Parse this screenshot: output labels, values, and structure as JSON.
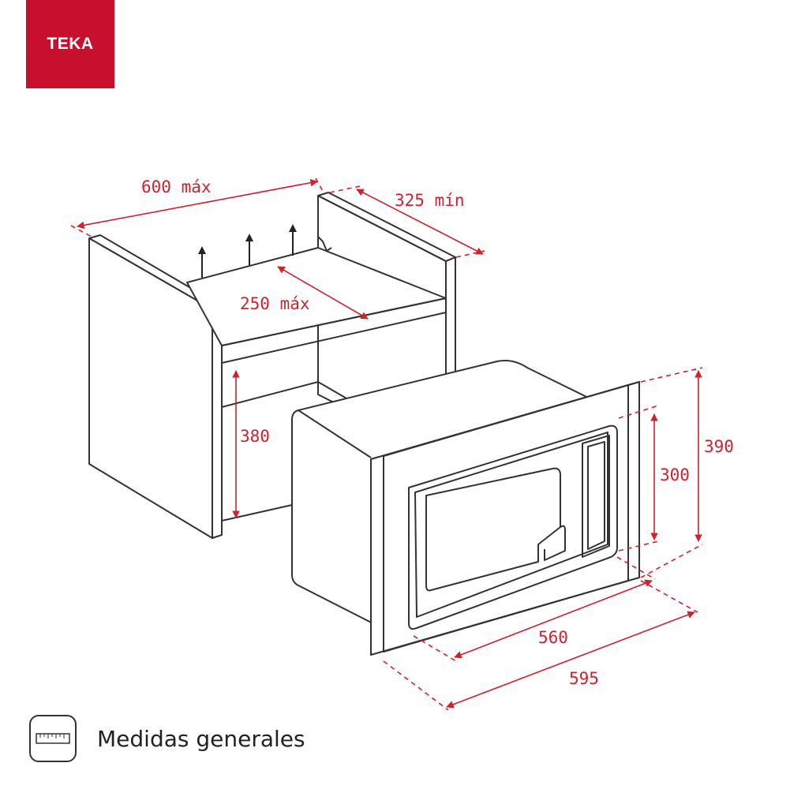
{
  "brand": {
    "name": "TEKA",
    "color": "#c8102e"
  },
  "colors": {
    "dimension": "#d0222e",
    "line": "#333333"
  },
  "dimensions": {
    "niche_width": "600 máx",
    "niche_depth": "325 mín",
    "shelf_opening": "250 máx",
    "niche_height": "380",
    "appliance_height": "300",
    "frame_height": "390",
    "appliance_width": "560",
    "frame_width": "595"
  },
  "footer": {
    "icon": "ruler-icon",
    "label": "Medidas generales"
  }
}
